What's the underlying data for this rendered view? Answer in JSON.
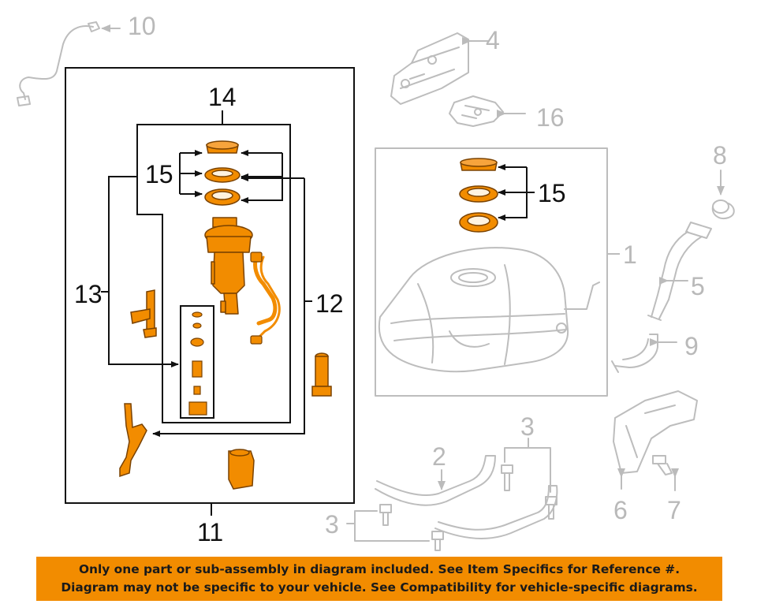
{
  "diagram": {
    "callouts": {
      "c1": "1",
      "c2": "2",
      "c3a": "3",
      "c3b": "3",
      "c4": "4",
      "c5": "5",
      "c6": "6",
      "c7": "7",
      "c8": "8",
      "c9": "9",
      "c10": "10",
      "c11": "11",
      "c12": "12",
      "c13": "13",
      "c14": "14",
      "c15a": "15",
      "c15b": "15",
      "c16": "16"
    },
    "colors": {
      "highlight_part": "#f28c00",
      "line": "#111111",
      "ghost_part": "#bdbdbd",
      "banner": "#f28c00"
    }
  },
  "banner": {
    "line1": "Only one part or sub-assembly in diagram included. See Item Specifics for Reference #.",
    "line2": "Diagram may not be specific to your vehicle. See Compatibility for vehicle-specific diagrams."
  }
}
